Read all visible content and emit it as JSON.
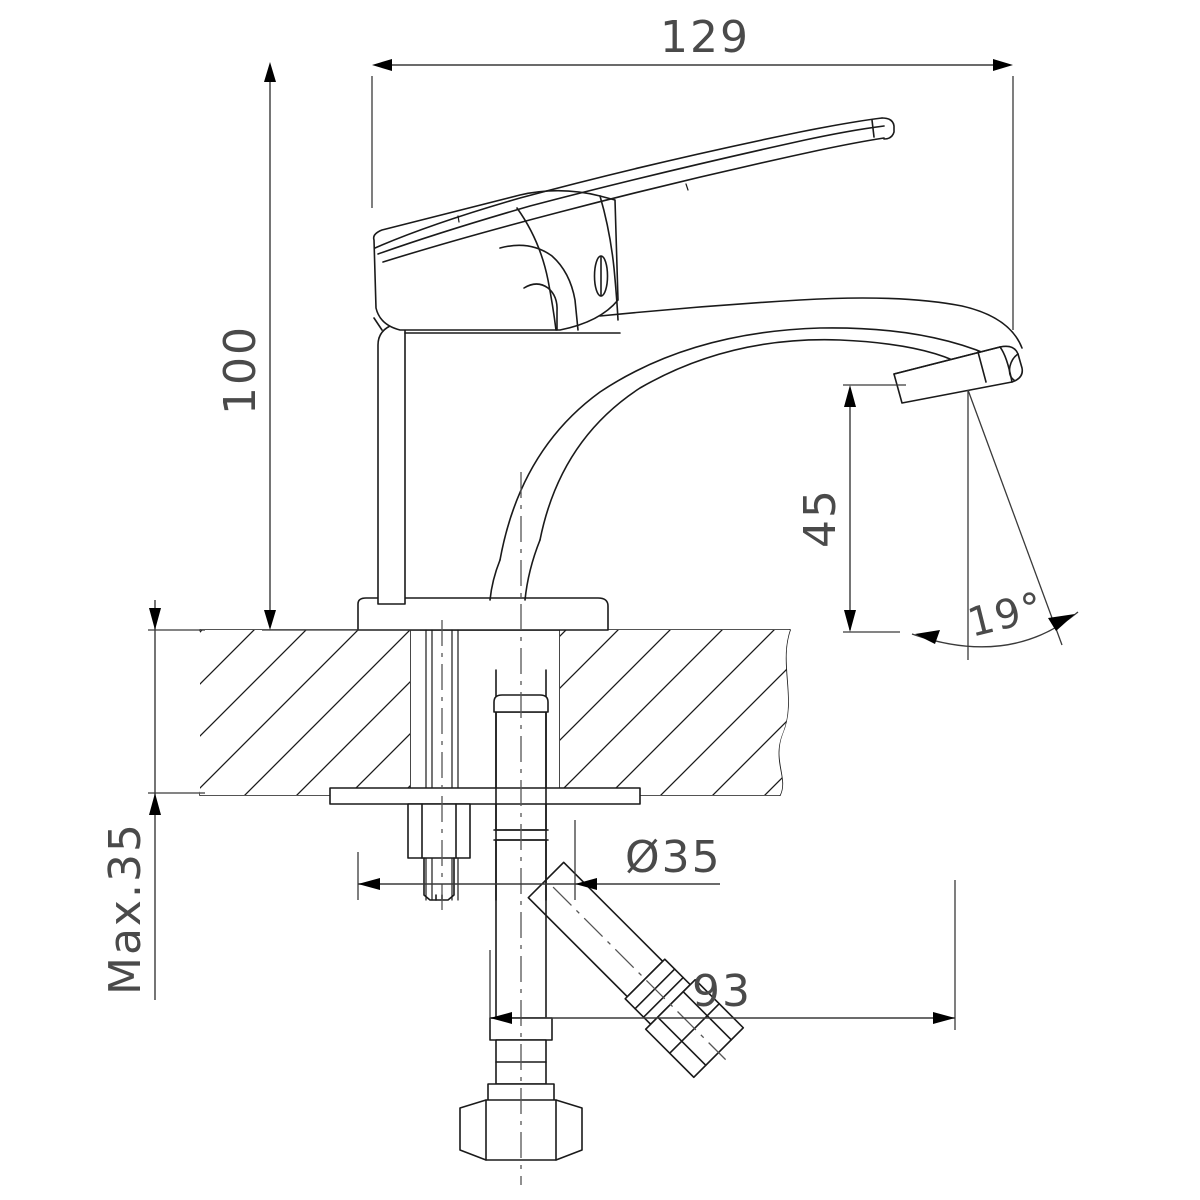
{
  "drawing": {
    "title": "Single-lever basin mixer tap — dimensioned technical drawing",
    "subject": "basin-mixer-faucet",
    "units": "mm",
    "projection": "side-elevation-section",
    "background_color": "#ffffff",
    "line_color": "#1a1a1a",
    "dimension_color": "#4a4a4a"
  },
  "dimensions": {
    "overall_length": {
      "label": "129",
      "value": 129,
      "orientation": "horizontal",
      "location": "top"
    },
    "overall_height": {
      "label": "100",
      "value": 100,
      "orientation": "vertical-rotated",
      "location": "left"
    },
    "spout_height": {
      "label": "45",
      "value": 45,
      "orientation": "vertical-rotated",
      "location": "right-center"
    },
    "mounting_thickness": {
      "label": "Max.35",
      "value": 35,
      "orientation": "vertical-rotated",
      "location": "far-left"
    },
    "hole_diameter": {
      "label": "Ø35",
      "value": 35,
      "symbol": "Ø",
      "orientation": "horizontal",
      "location": "lower-center"
    },
    "hose_length": {
      "label": "93",
      "value": 93,
      "orientation": "horizontal",
      "location": "bottom"
    },
    "spout_angle": {
      "label": "19°",
      "value": 19,
      "symbol": "°",
      "orientation": "angular",
      "location": "right"
    }
  },
  "parts": [
    {
      "id": "lever-handle",
      "name": "single-lever-handle"
    },
    {
      "id": "cartridge-housing",
      "name": "cartridge-housing"
    },
    {
      "id": "spout",
      "name": "curved-spout"
    },
    {
      "id": "aerator",
      "name": "aerator-outlet"
    },
    {
      "id": "body-column",
      "name": "faucet-body-column"
    },
    {
      "id": "escutcheon",
      "name": "base-escutcheon-plate"
    },
    {
      "id": "countertop",
      "name": "hatched-countertop-section"
    },
    {
      "id": "washer-plate",
      "name": "mounting-washer-plate"
    },
    {
      "id": "lock-nut",
      "name": "mounting-lock-nut"
    },
    {
      "id": "hose-vertical",
      "name": "braided-supply-hose-vertical"
    },
    {
      "id": "hose-angled",
      "name": "braided-supply-hose-angled"
    },
    {
      "id": "hex-nut-lower",
      "name": "hex-coupling-nut-lower"
    },
    {
      "id": "hex-nut-angled",
      "name": "hex-coupling-nut-angled"
    }
  ]
}
